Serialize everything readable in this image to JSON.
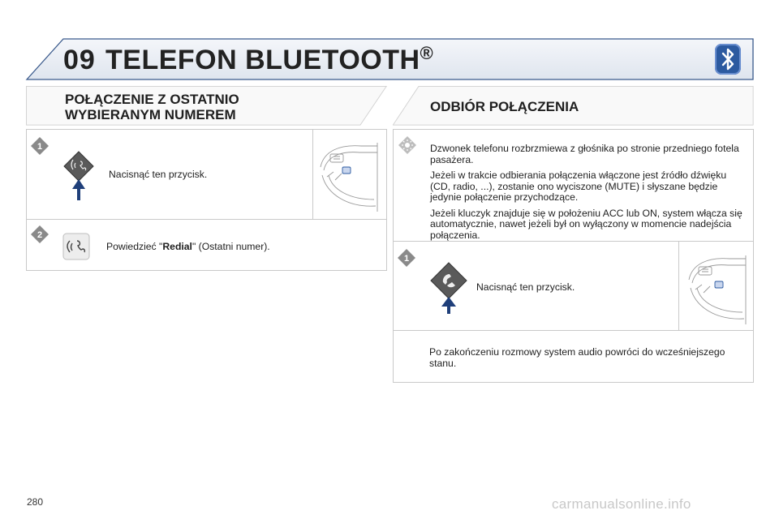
{
  "header": {
    "chapter_number": "09",
    "chapter_title": "TELEFON BLUETOOTH",
    "registered_mark": "®"
  },
  "left_section": {
    "heading_line1": "POŁĄCZENIE Z OSTATNIO",
    "heading_line2": "WYBIERANYM NUMEREM",
    "step1": {
      "number": "1",
      "text": "Nacisnąć ten przycisk."
    },
    "step2": {
      "number": "2",
      "text_before": "Powiedzieć \"",
      "text_bold": "Redial",
      "text_after": "\" (Ostatni numer)."
    }
  },
  "right_section": {
    "heading": "ODBIÓR POŁĄCZENIA",
    "info_paragraphs": [
      "Dzwonek telefonu rozbrzmiewa z głośnika po stronie przedniego fotela pasażera.",
      "Jeżeli w trakcie odbierania połączenia włączone jest źródło dźwięku (CD, radio, ...), zostanie ono wyciszone (MUTE) i słyszane będzie jedynie połączenie przychodzące.",
      "Jeżeli kluczyk znajduje się w położeniu ACC lub ON, system włącza się automatycznie, nawet jeżeli był on wyłączony w momencie nadejścia połączenia."
    ],
    "step1": {
      "number": "1",
      "text": "Nacisnąć ten przycisk."
    },
    "closing_text": "Po zakończeniu rozmowy system audio powróci do wcześniejszego stanu."
  },
  "footer": {
    "page_number": "280",
    "watermark": "carmanualsonline.info"
  },
  "colors": {
    "header_band": "#e9edf3",
    "header_stroke": "#3a5a8c",
    "step_badge": "#8a8a8a",
    "bt_logo": "#2c5aa0",
    "arrow": "#1f3f7a"
  },
  "icons": {
    "bluetooth": "bluetooth-icon",
    "info": "sun-info-icon",
    "voice": "voice-command-icon",
    "call": "phone-handset-icon"
  }
}
